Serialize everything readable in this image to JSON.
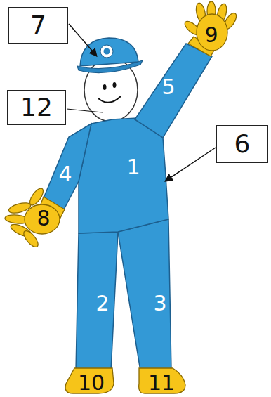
{
  "diagram": {
    "nodes": [
      {
        "text": [
          "7"
        ]
      },
      {
        "text": [
          "12"
        ]
      },
      {
        "text": [
          "6"
        ]
      }
    ],
    "labels": [
      "9",
      "5",
      "1",
      "4",
      "8",
      "2",
      "3",
      "10",
      "11"
    ]
  }
}
